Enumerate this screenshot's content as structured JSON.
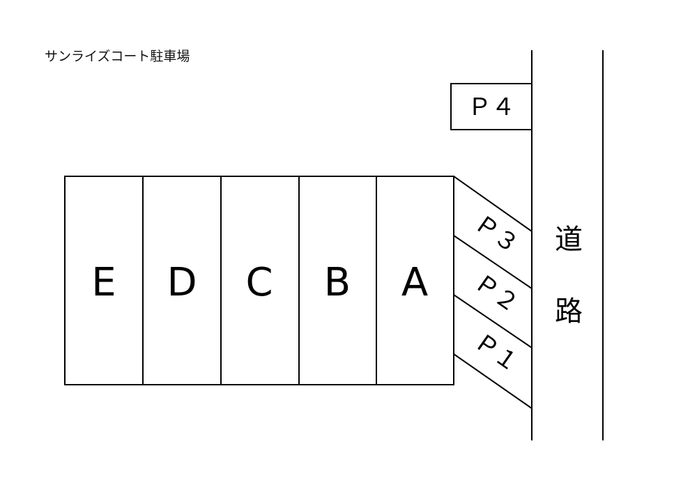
{
  "title": "サンライズコート駐車場",
  "garage_slots": [
    "E",
    "D",
    "C",
    "B",
    "A"
  ],
  "parking": {
    "p4": "Ｐ４",
    "p3": "Ｐ３",
    "p2": "Ｐ２",
    "p1": "Ｐ１"
  },
  "road": {
    "char1": "道",
    "char2": "路"
  }
}
